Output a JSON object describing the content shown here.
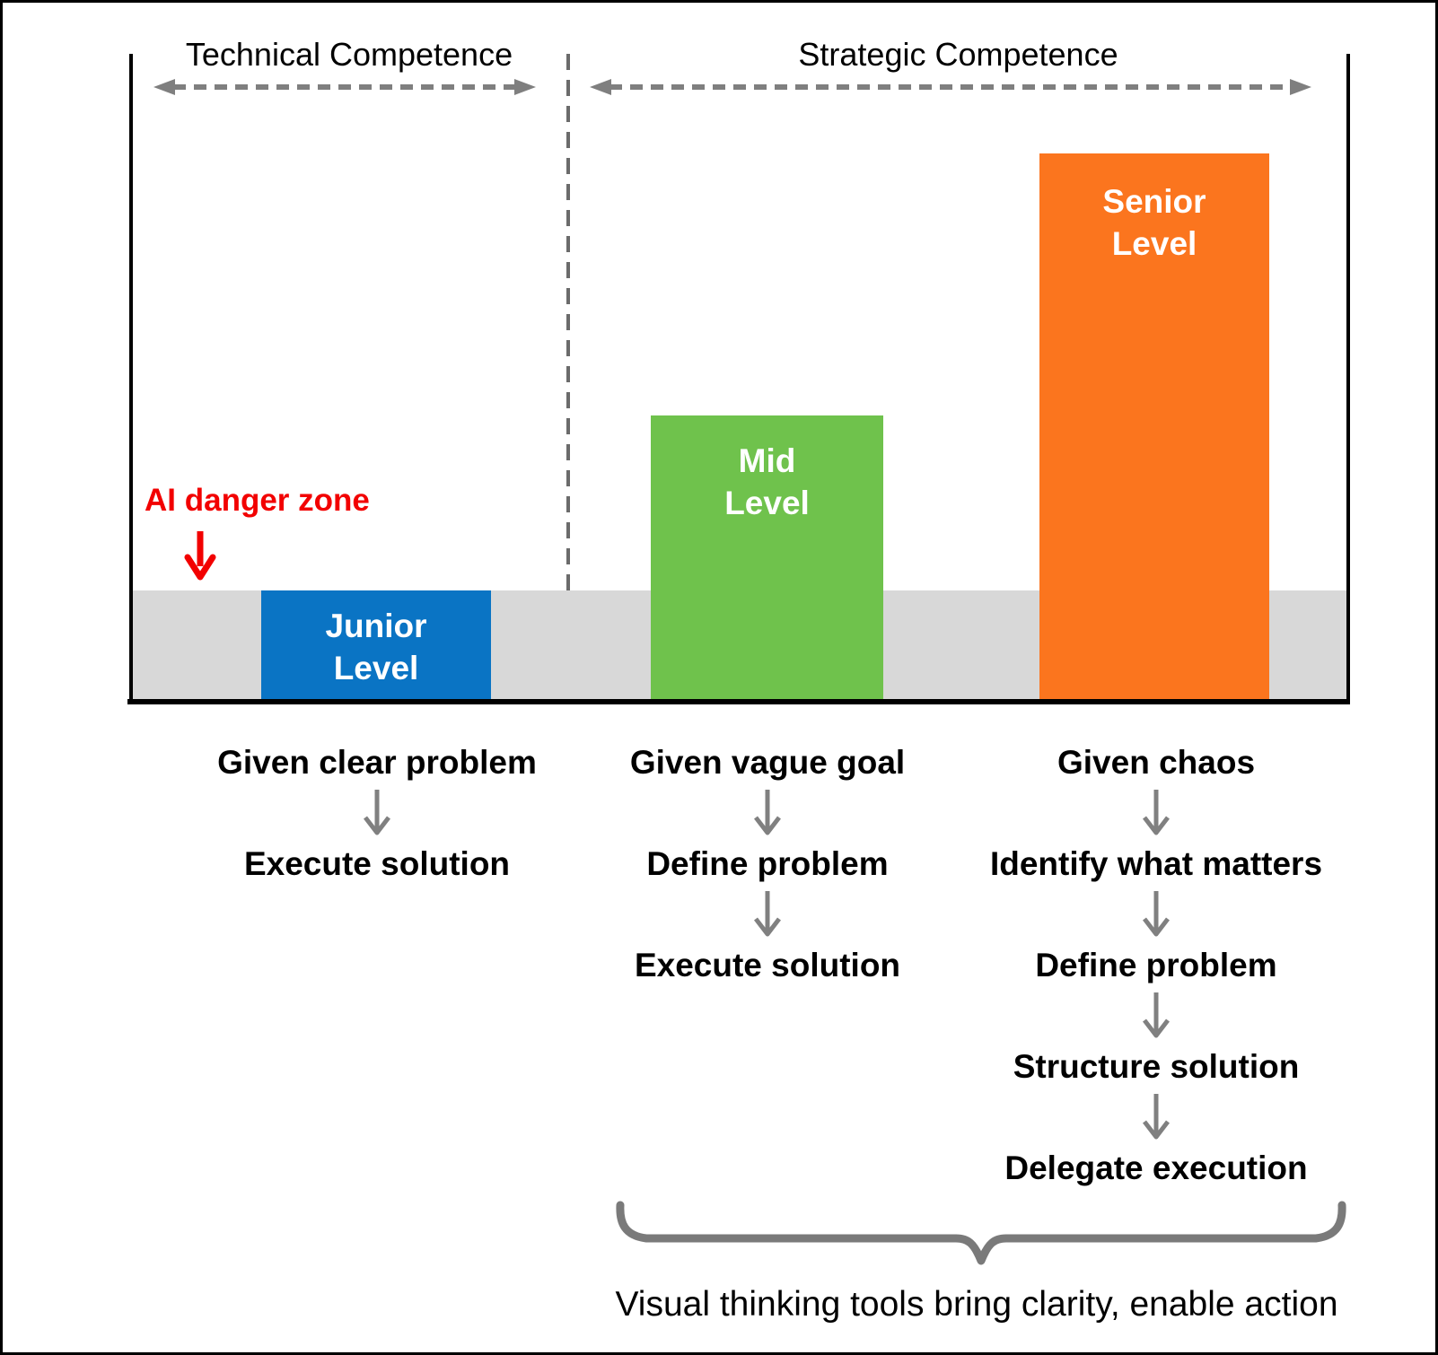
{
  "palette": {
    "bar_blue": "#0a74c4",
    "bar_green": "#6fc24c",
    "bar_orange": "#fb751e",
    "danger_red": "#f20000",
    "band_gray": "#d8d8d8",
    "dashed_arrow_gray": "#7f7f7f",
    "flow_arrow_gray": "#808080",
    "brace_gray": "#7a7a7a",
    "axis_black": "#000000"
  },
  "header": {
    "left_label": "Technical Competence",
    "right_label": "Strategic Competence"
  },
  "chart": {
    "danger_zone": {
      "label": "AI danger zone"
    },
    "bars": [
      {
        "id": "junior",
        "lines": [
          "Junior",
          "Level"
        ]
      },
      {
        "id": "mid",
        "lines": [
          "Mid",
          "Level"
        ]
      },
      {
        "id": "senior",
        "lines": [
          "Senior",
          "Level"
        ]
      }
    ]
  },
  "chart_data": {
    "type": "bar",
    "categories": [
      "Junior Level",
      "Mid Level",
      "Senior Level"
    ],
    "values": [
      0.17,
      0.44,
      0.85
    ],
    "value_note": "relative bar heights as fraction of plot height; no numeric axis shown",
    "sections": {
      "technical": [
        "Junior Level"
      ],
      "strategic": [
        "Mid Level",
        "Senior Level"
      ]
    },
    "danger_zone_threshold": 0.17,
    "title": "",
    "xlabel": "",
    "ylabel": ""
  },
  "flows": [
    {
      "steps": [
        "Given clear problem",
        "Execute solution"
      ]
    },
    {
      "steps": [
        "Given vague goal",
        "Define problem",
        "Execute solution"
      ]
    },
    {
      "steps": [
        "Given chaos",
        "Identify what matters",
        "Define problem",
        "Structure solution",
        "Delegate execution"
      ]
    }
  ],
  "caption": "Visual thinking tools bring clarity, enable action"
}
